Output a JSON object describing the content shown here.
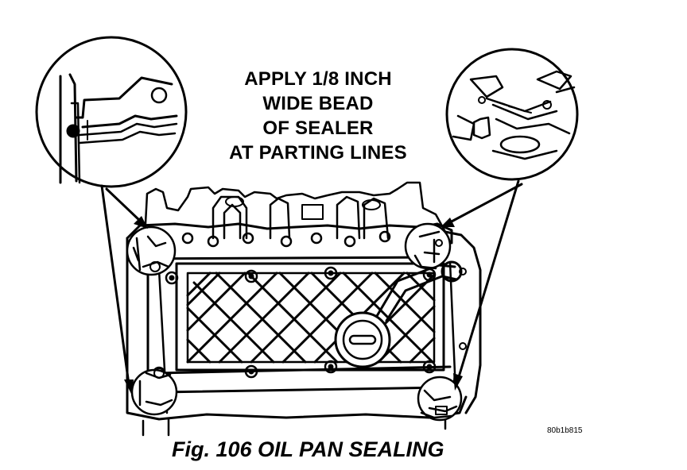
{
  "instruction": {
    "lines": [
      "APPLY 1/8 INCH",
      "WIDE BEAD",
      "OF SEALER",
      "AT PARTING LINES"
    ]
  },
  "reference_code": "80b1b815",
  "caption": "Fig. 106 OIL PAN SEALING",
  "colors": {
    "ink": "#000000",
    "paper": "#ffffff"
  }
}
